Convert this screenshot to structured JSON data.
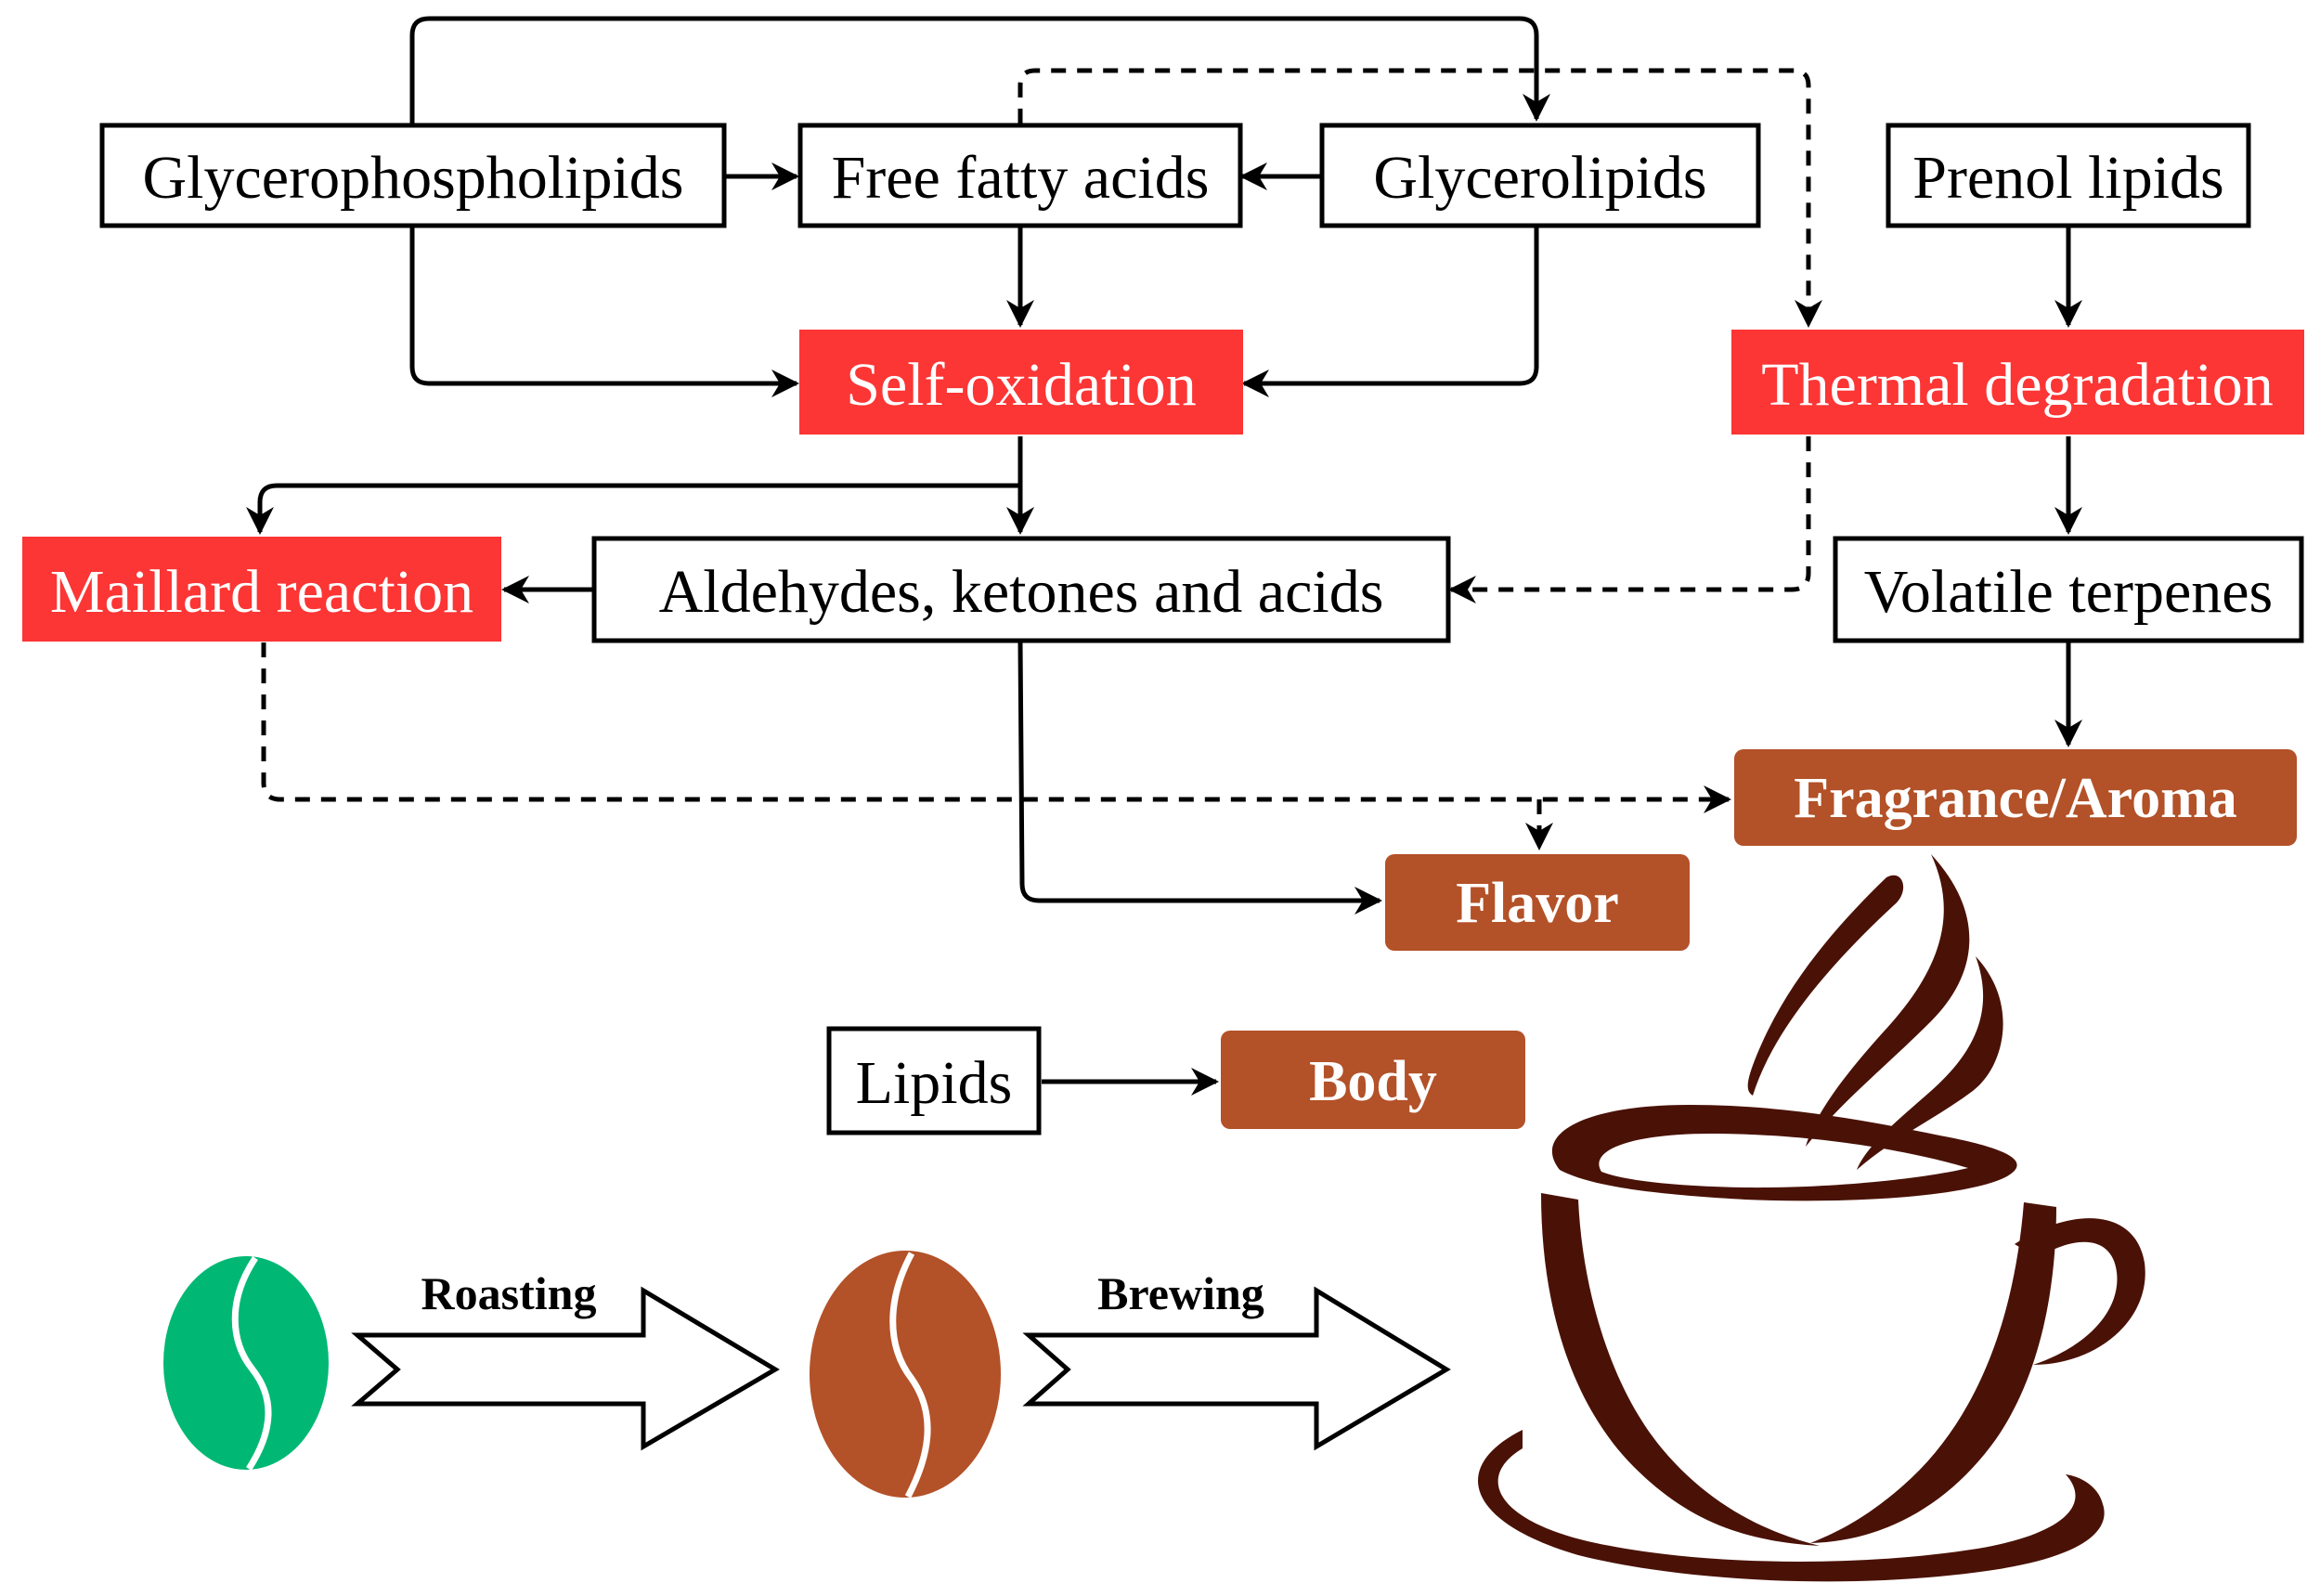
{
  "nodes": {
    "glycerophospholipids": "Glycerophospholipids",
    "free_fatty_acids": "Free fatty acids",
    "glycerolipids": "Glycerolipids",
    "prenol_lipids": "Prenol lipids",
    "self_oxidation": "Self-oxidation",
    "thermal_degradation": "Thermal degradation",
    "maillard_reaction": "Maillard reaction",
    "aldehydes": "Aldehydes, ketones and acids",
    "volatile_terpenes": "Volatile terpenes",
    "fragrance_aroma": "Fragrance/Aroma",
    "flavor": "Flavor",
    "lipids": "Lipids",
    "body": "Body"
  },
  "process": {
    "roasting": "Roasting",
    "brewing": "Brewing"
  },
  "colors": {
    "process_red": "#fc3535",
    "output_brown": "#b35128",
    "green_bean": "#00b874",
    "roasted_bean": "#b35128",
    "cup": "#4a1207"
  },
  "icons": [
    "green-coffee-bean-icon",
    "roasted-coffee-bean-icon",
    "coffee-cup-icon"
  ]
}
